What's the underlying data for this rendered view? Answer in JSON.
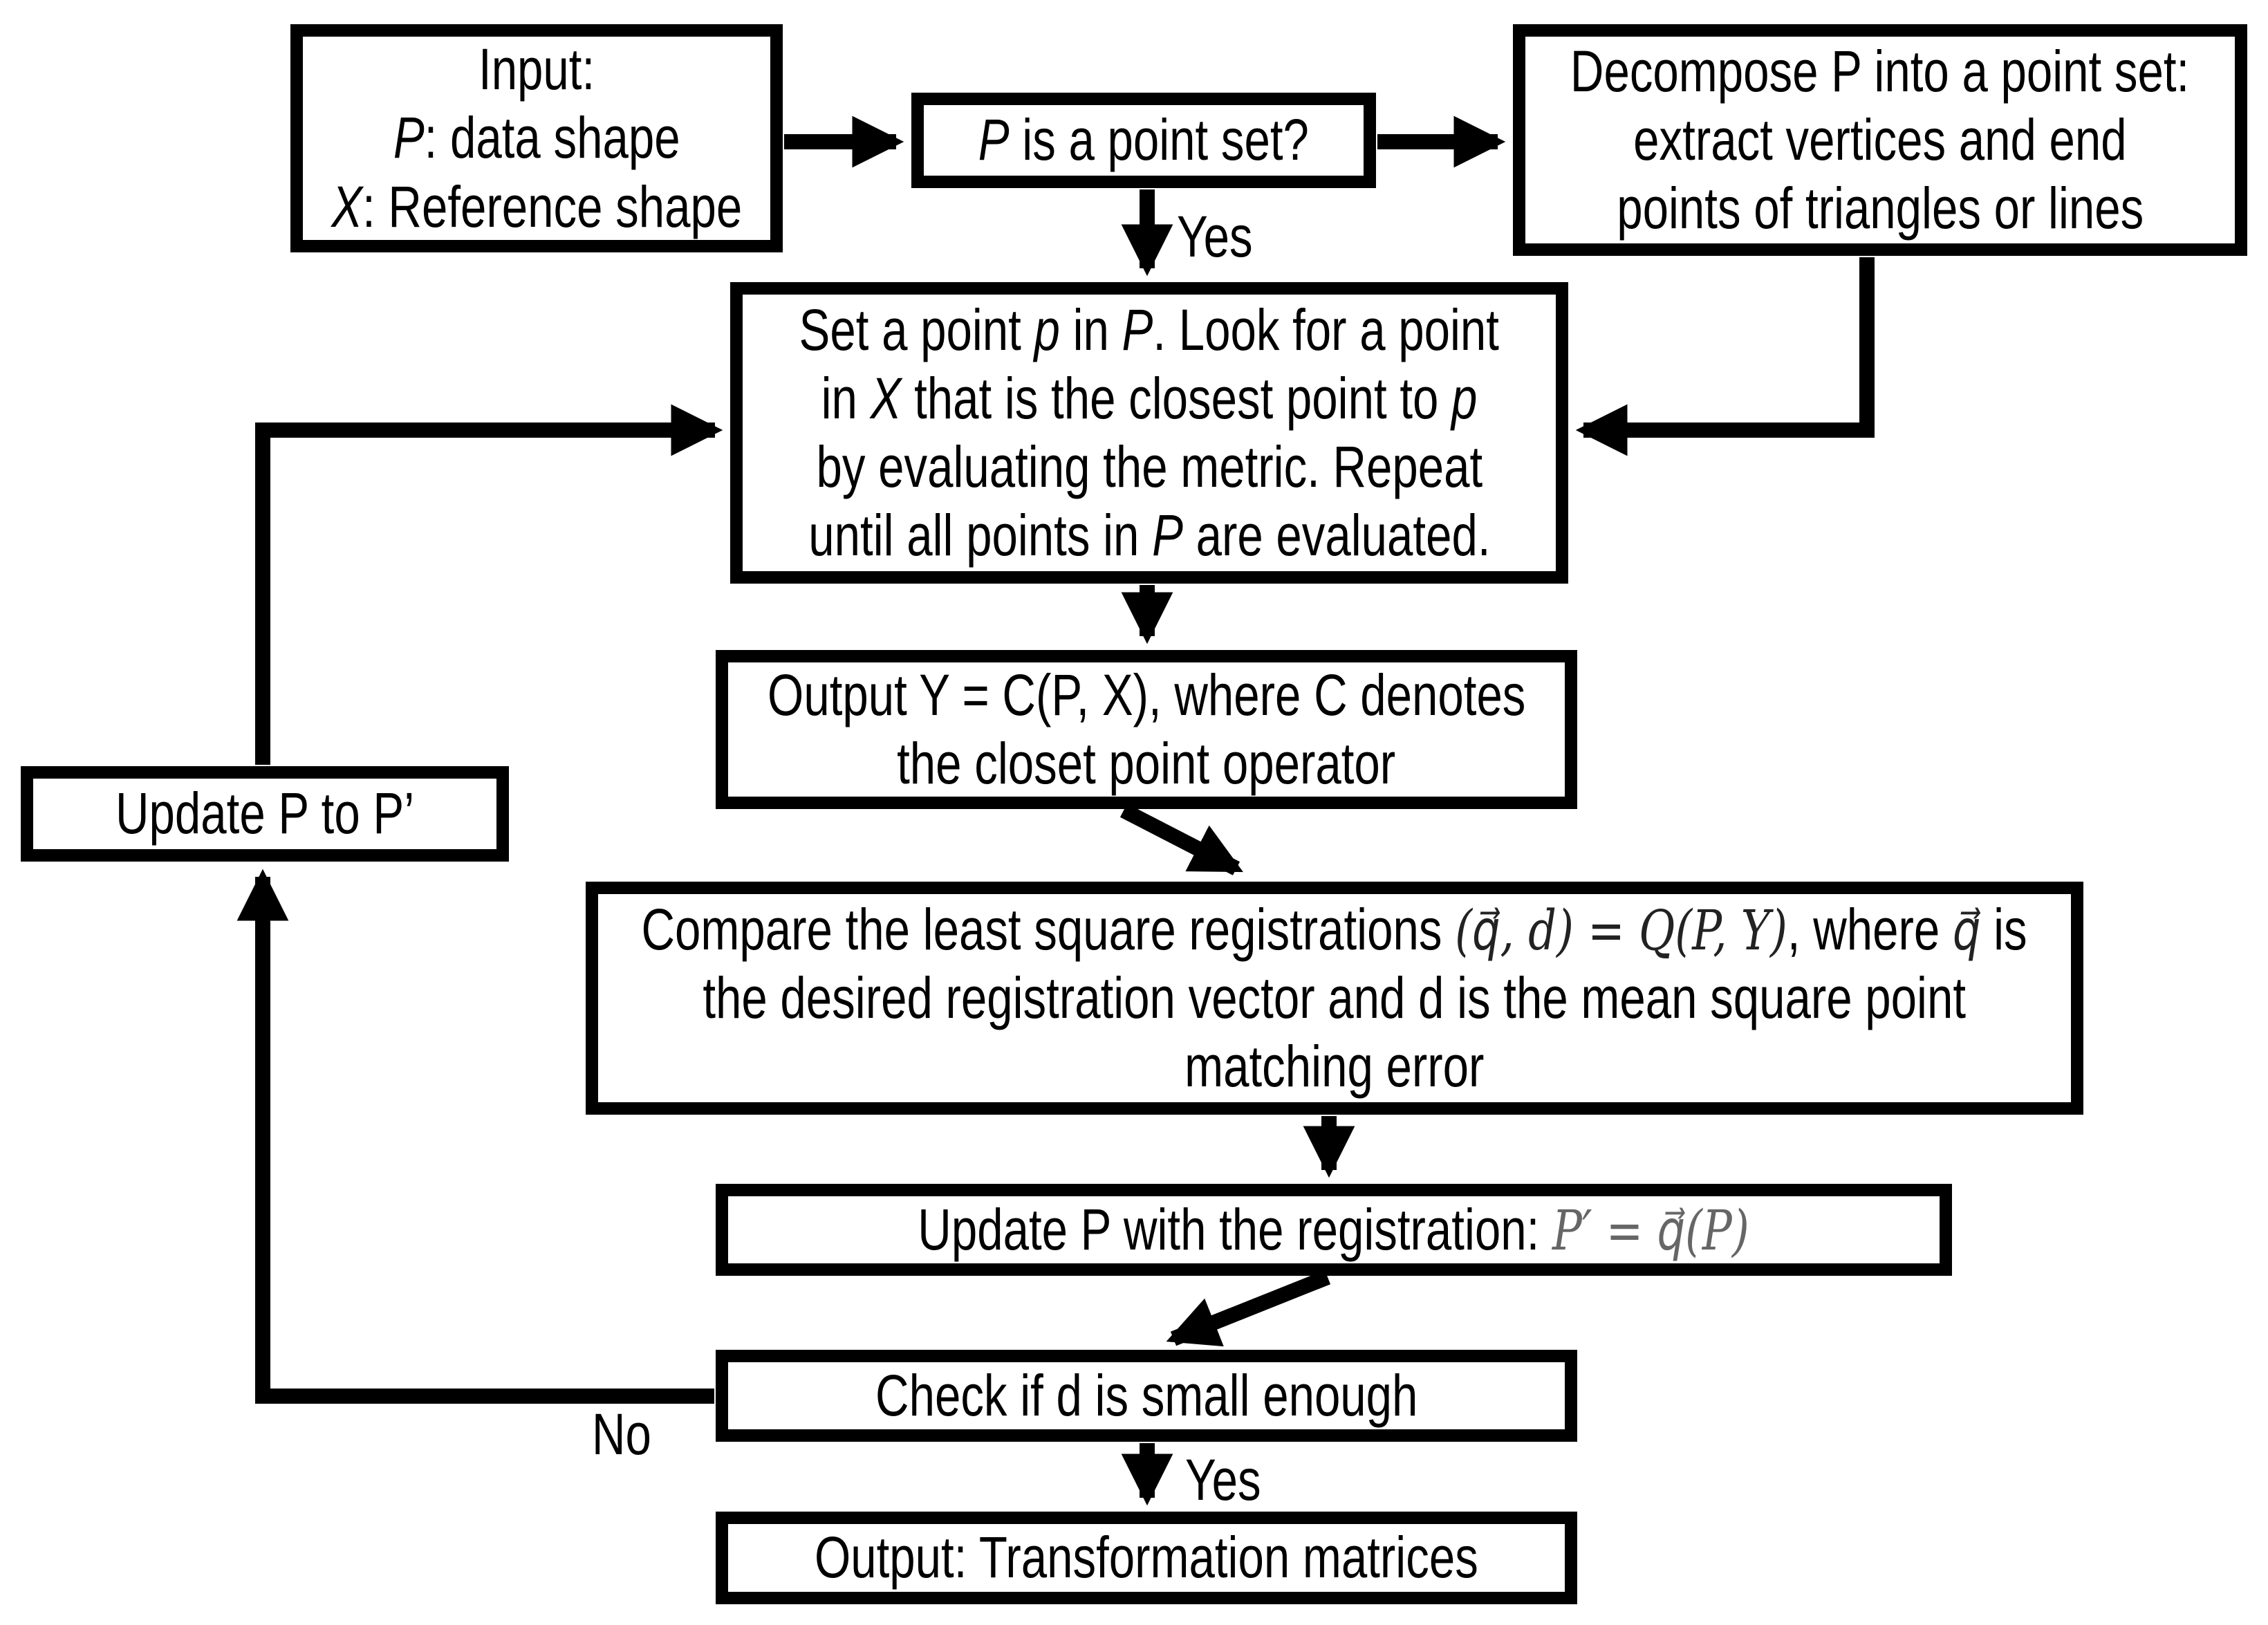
{
  "colors": {
    "background": "#ffffff",
    "line": "#000000",
    "text": "#000000",
    "math_dim": "#666666"
  },
  "nodes": {
    "input": {
      "lines": [
        [
          {
            "t": "Input:"
          }
        ],
        [
          {
            "t": "P",
            "i": 1
          },
          {
            "t": ": data shape"
          }
        ],
        [
          {
            "t": "X",
            "i": 1
          },
          {
            "t": ": Reference shape"
          }
        ]
      ]
    },
    "p_is_point_set": {
      "lines": [
        [
          {
            "t": "P",
            "i": 1
          },
          {
            "t": " is a point set?"
          }
        ]
      ]
    },
    "decompose": {
      "lines": [
        [
          {
            "t": "Decompose P into a point set:"
          }
        ],
        [
          {
            "t": "extract vertices and end"
          }
        ],
        [
          {
            "t": "points of triangles or lines"
          }
        ]
      ]
    },
    "set_point": {
      "lines": [
        [
          {
            "t": "Set a point "
          },
          {
            "t": "p",
            "i": 1
          },
          {
            "t": " in "
          },
          {
            "t": "P",
            "i": 1
          },
          {
            "t": ". Look for a point"
          }
        ],
        [
          {
            "t": "in "
          },
          {
            "t": "X",
            "i": 1
          },
          {
            "t": " that is the closest point to "
          },
          {
            "t": "p",
            "i": 1
          }
        ],
        [
          {
            "t": "by evaluating the metric. Repeat"
          }
        ],
        [
          {
            "t": "until all points in "
          },
          {
            "t": "P",
            "i": 1
          },
          {
            "t": " are evaluated."
          }
        ]
      ]
    },
    "output_y": {
      "lines": [
        [
          {
            "t": "Output Y = C(P, X), where C denotes"
          }
        ],
        [
          {
            "t": "the closet point operator"
          }
        ]
      ]
    },
    "compare": {
      "lines": [
        [
          {
            "t": "Compare the least square registrations "
          },
          {
            "t": "(q⃗, d) = Q(P, Y)",
            "m": 1
          },
          {
            "t": ", where "
          },
          {
            "t": "q⃗",
            "m": 1
          },
          {
            "t": " is"
          }
        ],
        [
          {
            "t": "the desired registration vector and d is the mean square point"
          }
        ],
        [
          {
            "t": "matching error"
          }
        ]
      ]
    },
    "update_reg": {
      "lines": [
        [
          {
            "t": "Update P with the registration: "
          },
          {
            "t": "P′ = q⃗(P)",
            "m": 1,
            "dim": 1
          }
        ]
      ]
    },
    "check": {
      "lines": [
        [
          {
            "t": "Check if d is small enough"
          }
        ]
      ]
    },
    "output_final": {
      "lines": [
        [
          {
            "t": "Output: Transformation matrices"
          }
        ]
      ]
    },
    "update_p": {
      "lines": [
        [
          {
            "t": "Update P to P’"
          }
        ]
      ]
    }
  },
  "edges": [
    {
      "from": "input",
      "to": "p_is_point_set",
      "label": ""
    },
    {
      "from": "p_is_point_set",
      "to": "decompose",
      "label": ""
    },
    {
      "from": "p_is_point_set",
      "to": "set_point",
      "label": "Yes"
    },
    {
      "from": "decompose",
      "to": "set_point",
      "label": ""
    },
    {
      "from": "update_p",
      "to": "set_point",
      "label": ""
    },
    {
      "from": "set_point",
      "to": "output_y",
      "label": ""
    },
    {
      "from": "output_y",
      "to": "compare",
      "label": ""
    },
    {
      "from": "compare",
      "to": "update_reg",
      "label": ""
    },
    {
      "from": "update_reg",
      "to": "check",
      "label": ""
    },
    {
      "from": "check",
      "to": "update_p",
      "label": "No"
    },
    {
      "from": "check",
      "to": "output_final",
      "label": "Yes"
    }
  ]
}
